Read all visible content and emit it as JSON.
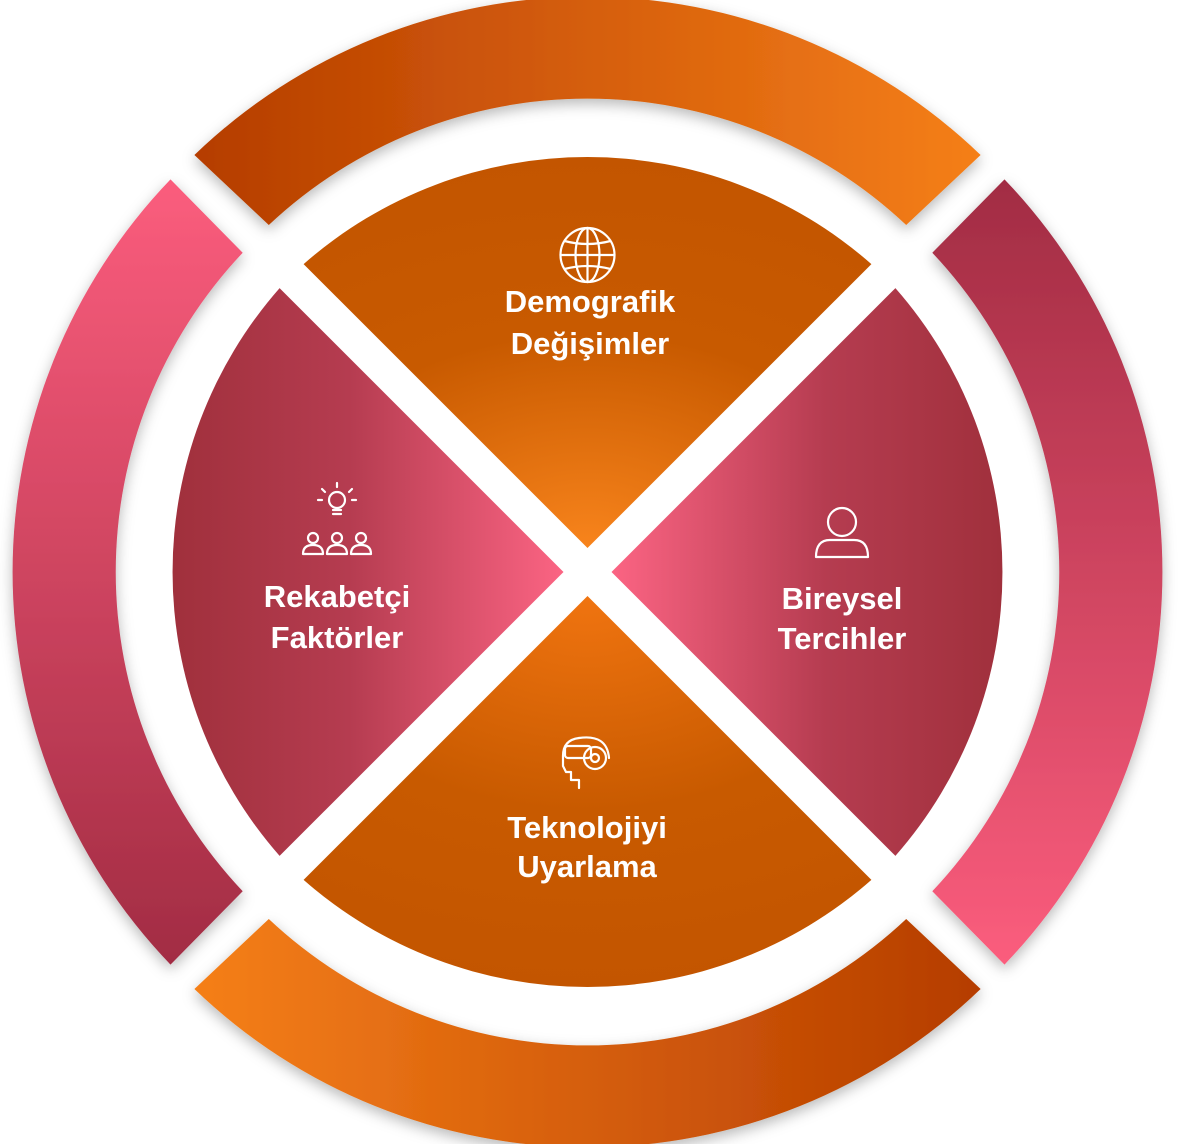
{
  "quadrants": {
    "top": {
      "line1": "Demografik",
      "line2": "Değişimler",
      "icon": "globe-icon",
      "color": "#c85a00"
    },
    "right": {
      "line1": "Bireysel",
      "line2": "Tercihler",
      "icon": "person-icon",
      "color": "#a8303f"
    },
    "bottom": {
      "line1": "Teknolojiyi",
      "line2": "Uyarlama",
      "icon": "vr-headset-icon",
      "color": "#c85a00"
    },
    "left": {
      "line1": "Rekabetçi",
      "line2": "Faktörler",
      "icon": "team-lightbulb-icon",
      "color": "#a8303f"
    }
  },
  "colors": {
    "orange_dark": "#b63f00",
    "orange_light": "#f47d19",
    "pink_dark": "#a12c42",
    "pink_light": "#f55b7a"
  }
}
